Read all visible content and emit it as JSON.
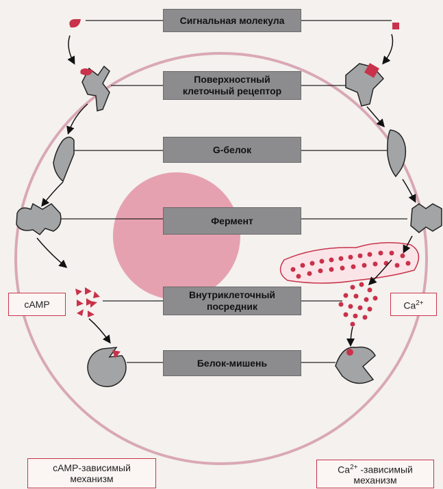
{
  "labels": {
    "signal_molecule": "Сигнальная молекула",
    "receptor_line1": "Поверхностный",
    "receptor_line2": "клеточный рецептор",
    "g_protein": "G-белок",
    "enzyme": "Фермент",
    "messenger_line1": "Внутриклеточный",
    "messenger_line2": "посредник",
    "target_protein": "Белок-мишень"
  },
  "messengers": {
    "left": "cAMP",
    "right_base": "Ca",
    "right_sup": "2+"
  },
  "mechanisms": {
    "left_line1": "cAMP-зависимый",
    "left_line2": "механизм",
    "right_base": "Ca",
    "right_sup": "2+",
    "right_suffix": " -зависимый",
    "right_line2": "механизм"
  },
  "colors": {
    "accent_red": "#c8324a",
    "nucleus_pink": "#e6a1b0",
    "gray_shape": "#a3a4a6",
    "box_gray": "#8c8b8d"
  }
}
